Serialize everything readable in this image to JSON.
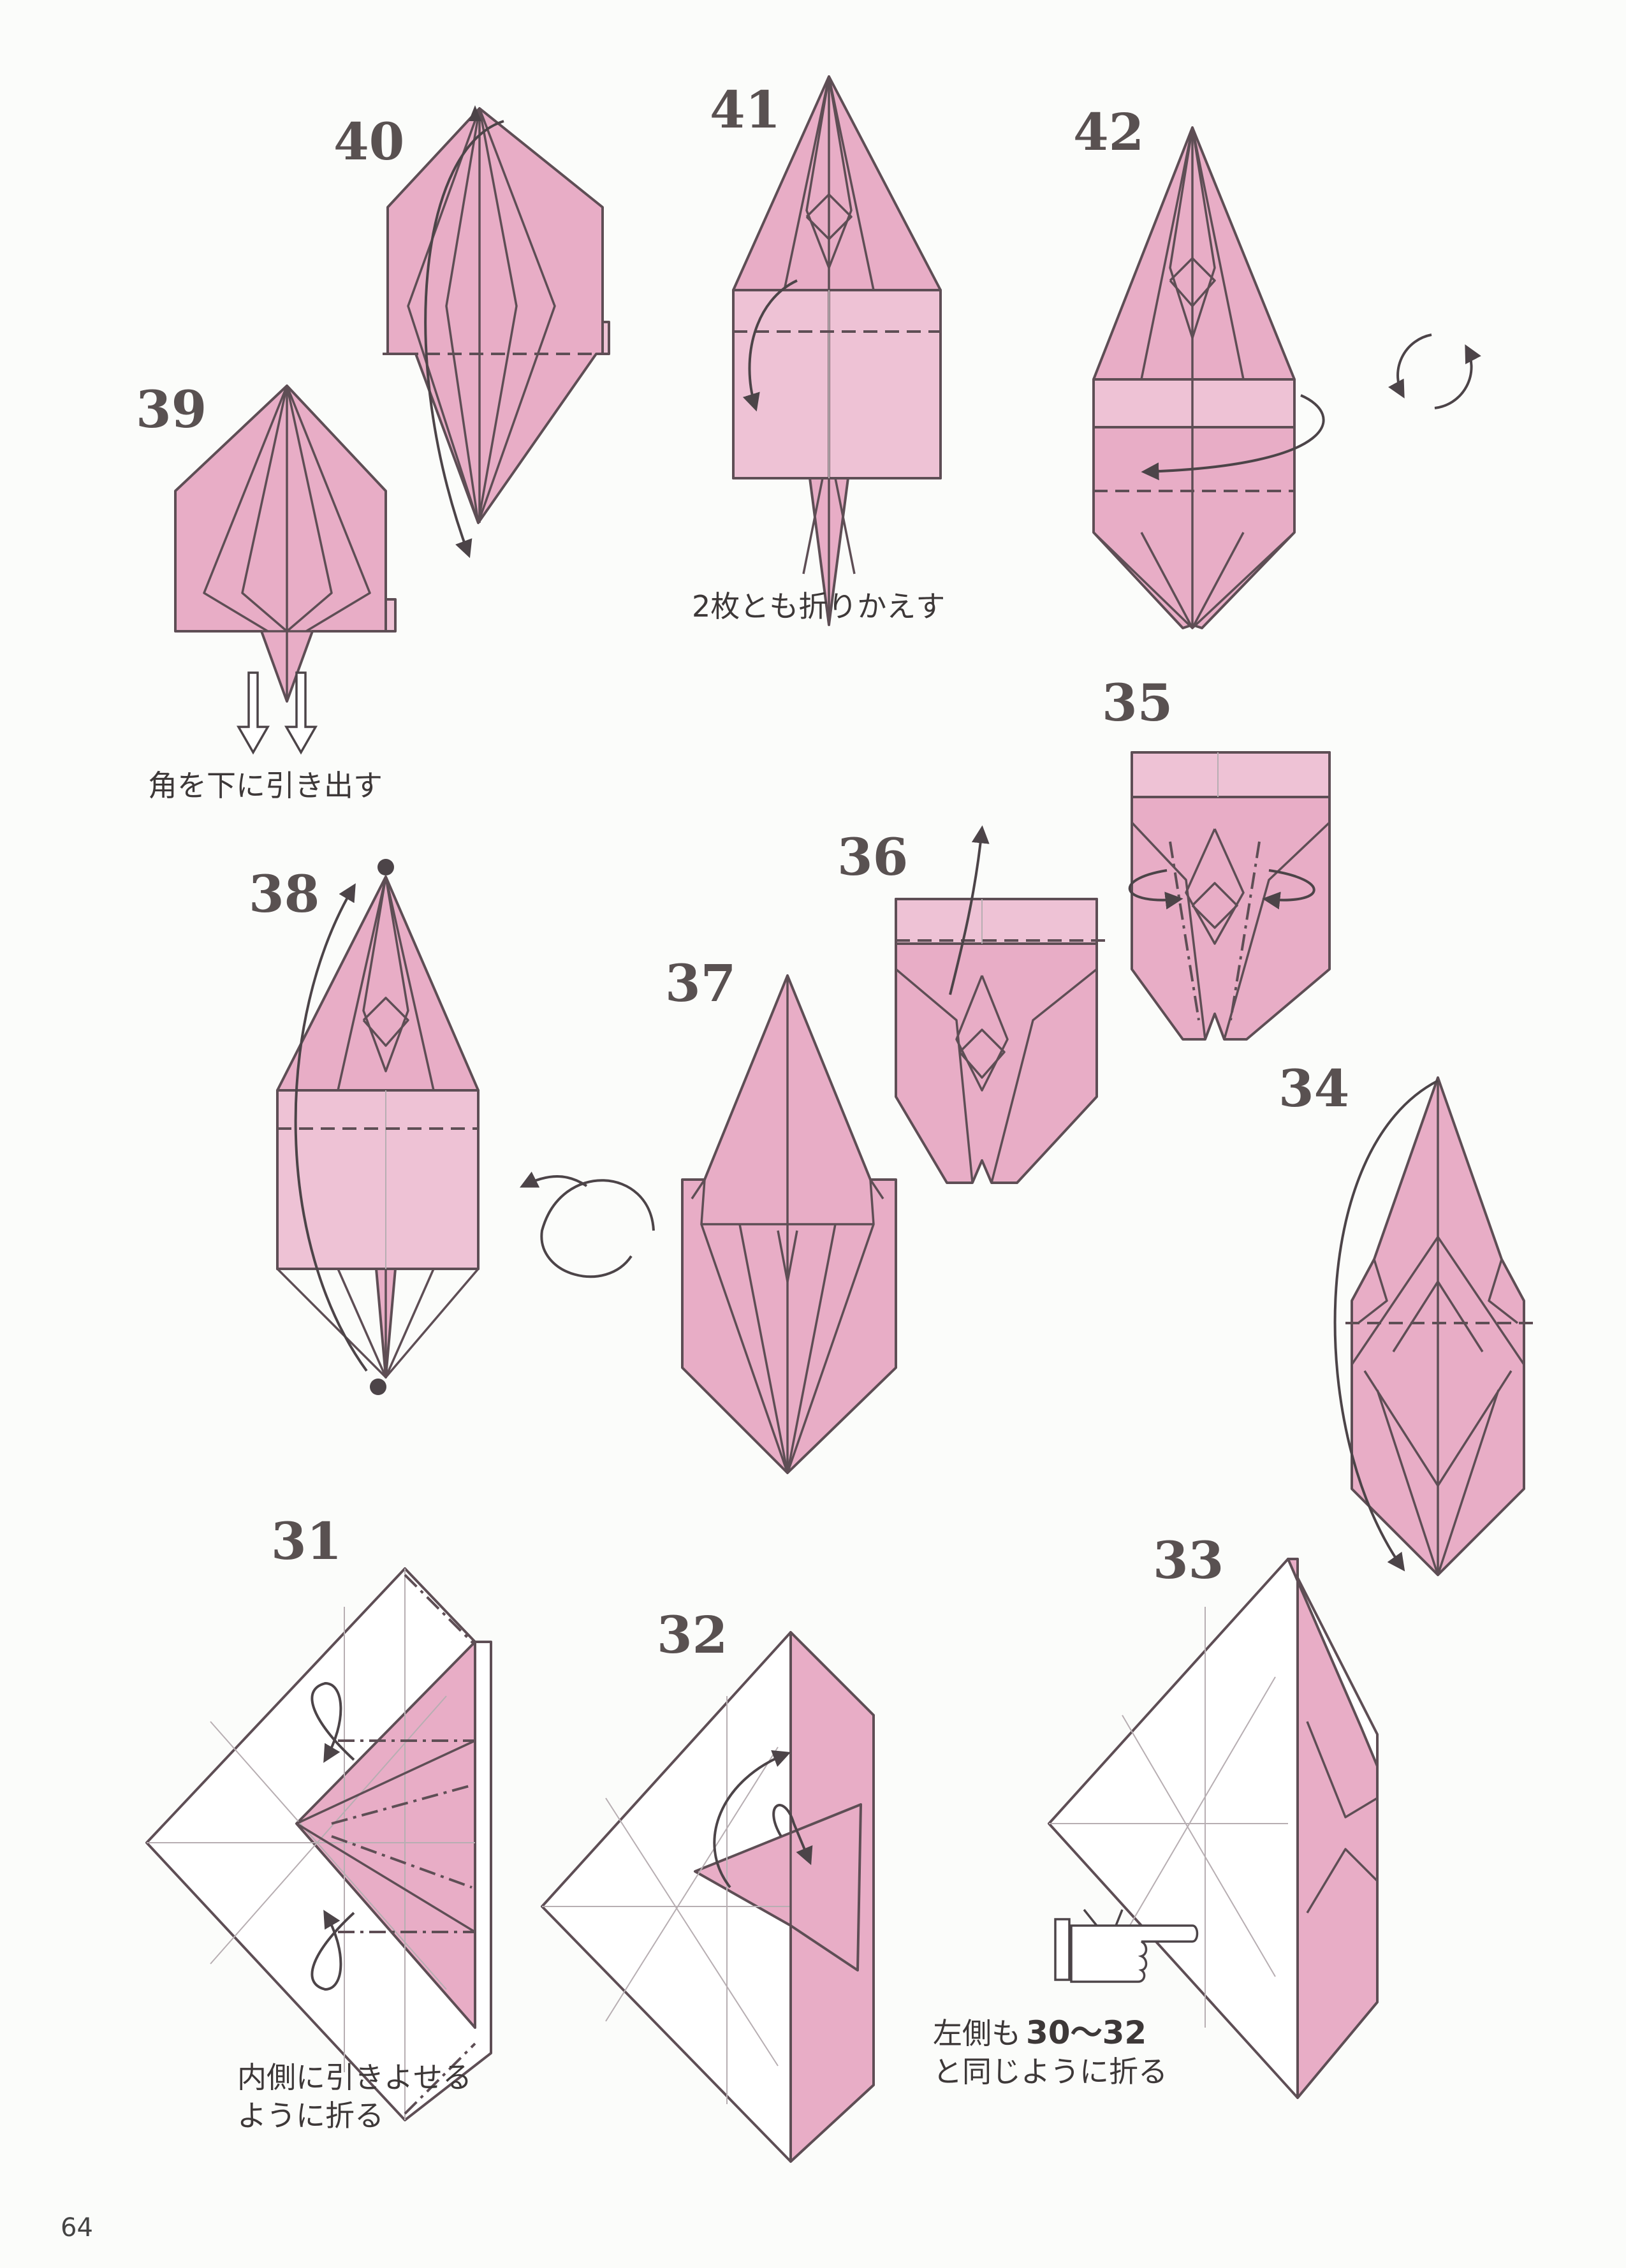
{
  "steps": [
    {
      "num": "40"
    },
    {
      "num": "41"
    },
    {
      "num": "42"
    },
    {
      "num": "39"
    },
    {
      "num": "35"
    },
    {
      "num": "36"
    },
    {
      "num": "38"
    },
    {
      "num": "37"
    },
    {
      "num": "34"
    },
    {
      "num": "31"
    },
    {
      "num": "32"
    },
    {
      "num": "33"
    }
  ],
  "captions": {
    "step41": "2枚とも折りかえす",
    "step39": "角を下に引き出す",
    "step31_line1": "内側に引きよせる",
    "step31_line2": "ように折る",
    "step33_prefix": "左側も",
    "step33_range": "30～32",
    "step33_line2": "と同じように折る"
  },
  "page_number": "64",
  "colors": {
    "paper": "#e8adc6",
    "line": "#5e4e55"
  },
  "icons": [
    "pointing-hand-icon",
    "rotate-arrows-icon",
    "turn-over-icon"
  ]
}
